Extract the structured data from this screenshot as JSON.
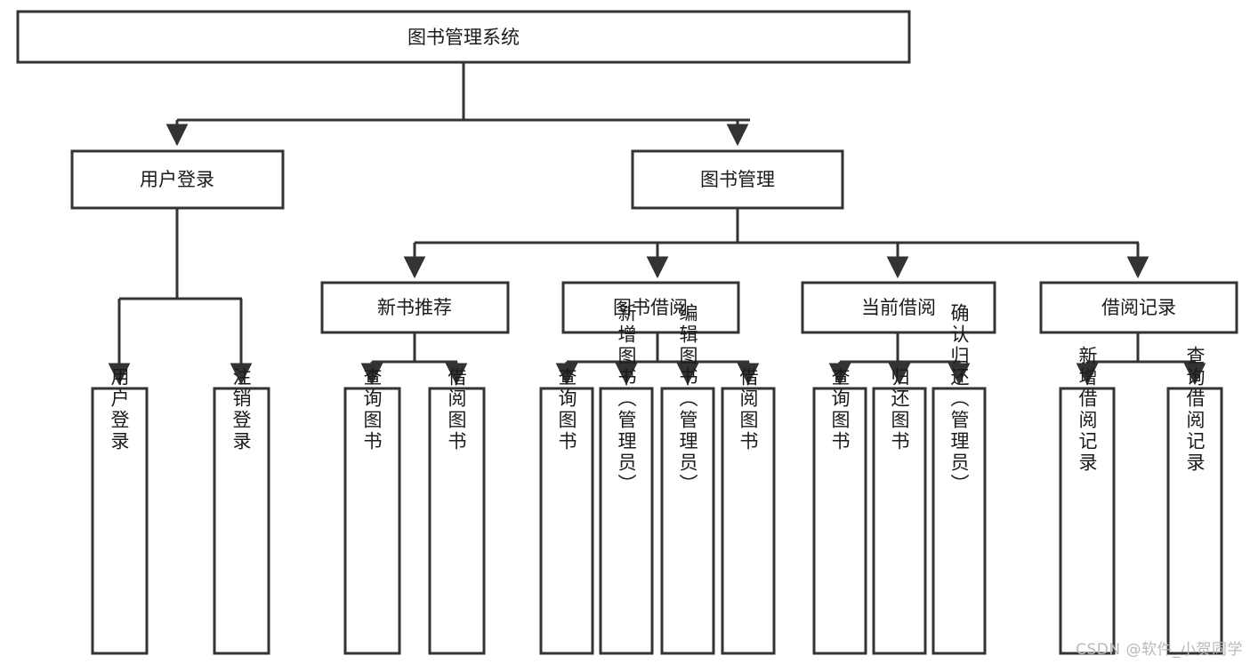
{
  "diagram": {
    "title_node": {
      "label": "图书管理系统"
    },
    "level2": [
      {
        "id": "user-login",
        "label": "用户登录"
      },
      {
        "id": "book-manage",
        "label": "图书管理"
      }
    ],
    "level3": [
      {
        "id": "new-book-rec",
        "label": "新书推荐"
      },
      {
        "id": "book-borrow",
        "label": "图书借阅"
      },
      {
        "id": "current-borrow",
        "label": "当前借阅"
      },
      {
        "id": "borrow-record",
        "label": "借阅记录"
      }
    ],
    "leaves": {
      "user_login": [
        {
          "id": "leaf-user-login",
          "label": "用户登录"
        },
        {
          "id": "leaf-logout",
          "label": "注销登录"
        }
      ],
      "new_book_rec": [
        {
          "id": "leaf-query-book-1",
          "label": "查询图书"
        },
        {
          "id": "leaf-borrow-book-1",
          "label": "借阅图书"
        }
      ],
      "book_borrow": [
        {
          "id": "leaf-query-book-2",
          "label": "查询图书"
        },
        {
          "id": "leaf-add-book",
          "label": "新增图书（管理员）"
        },
        {
          "id": "leaf-edit-book",
          "label": "编辑图书（管理员）"
        },
        {
          "id": "leaf-borrow-book-2",
          "label": "借阅图书"
        }
      ],
      "current_borrow": [
        {
          "id": "leaf-query-book-3",
          "label": "查询图书"
        },
        {
          "id": "leaf-return-book",
          "label": "归还图书"
        },
        {
          "id": "leaf-confirm-return",
          "label": "确认归还（管理员）"
        }
      ],
      "borrow_record": [
        {
          "id": "leaf-add-record",
          "label": "新增借阅记录"
        },
        {
          "id": "leaf-query-record",
          "label": "查询借阅记录"
        }
      ]
    },
    "colors": {
      "stroke": "#333333",
      "fill": "#ffffff",
      "text": "#1a1a1a",
      "watermark": "#b9b9b9"
    }
  },
  "watermark": {
    "text": "CSDN @软件_小贺同学"
  }
}
